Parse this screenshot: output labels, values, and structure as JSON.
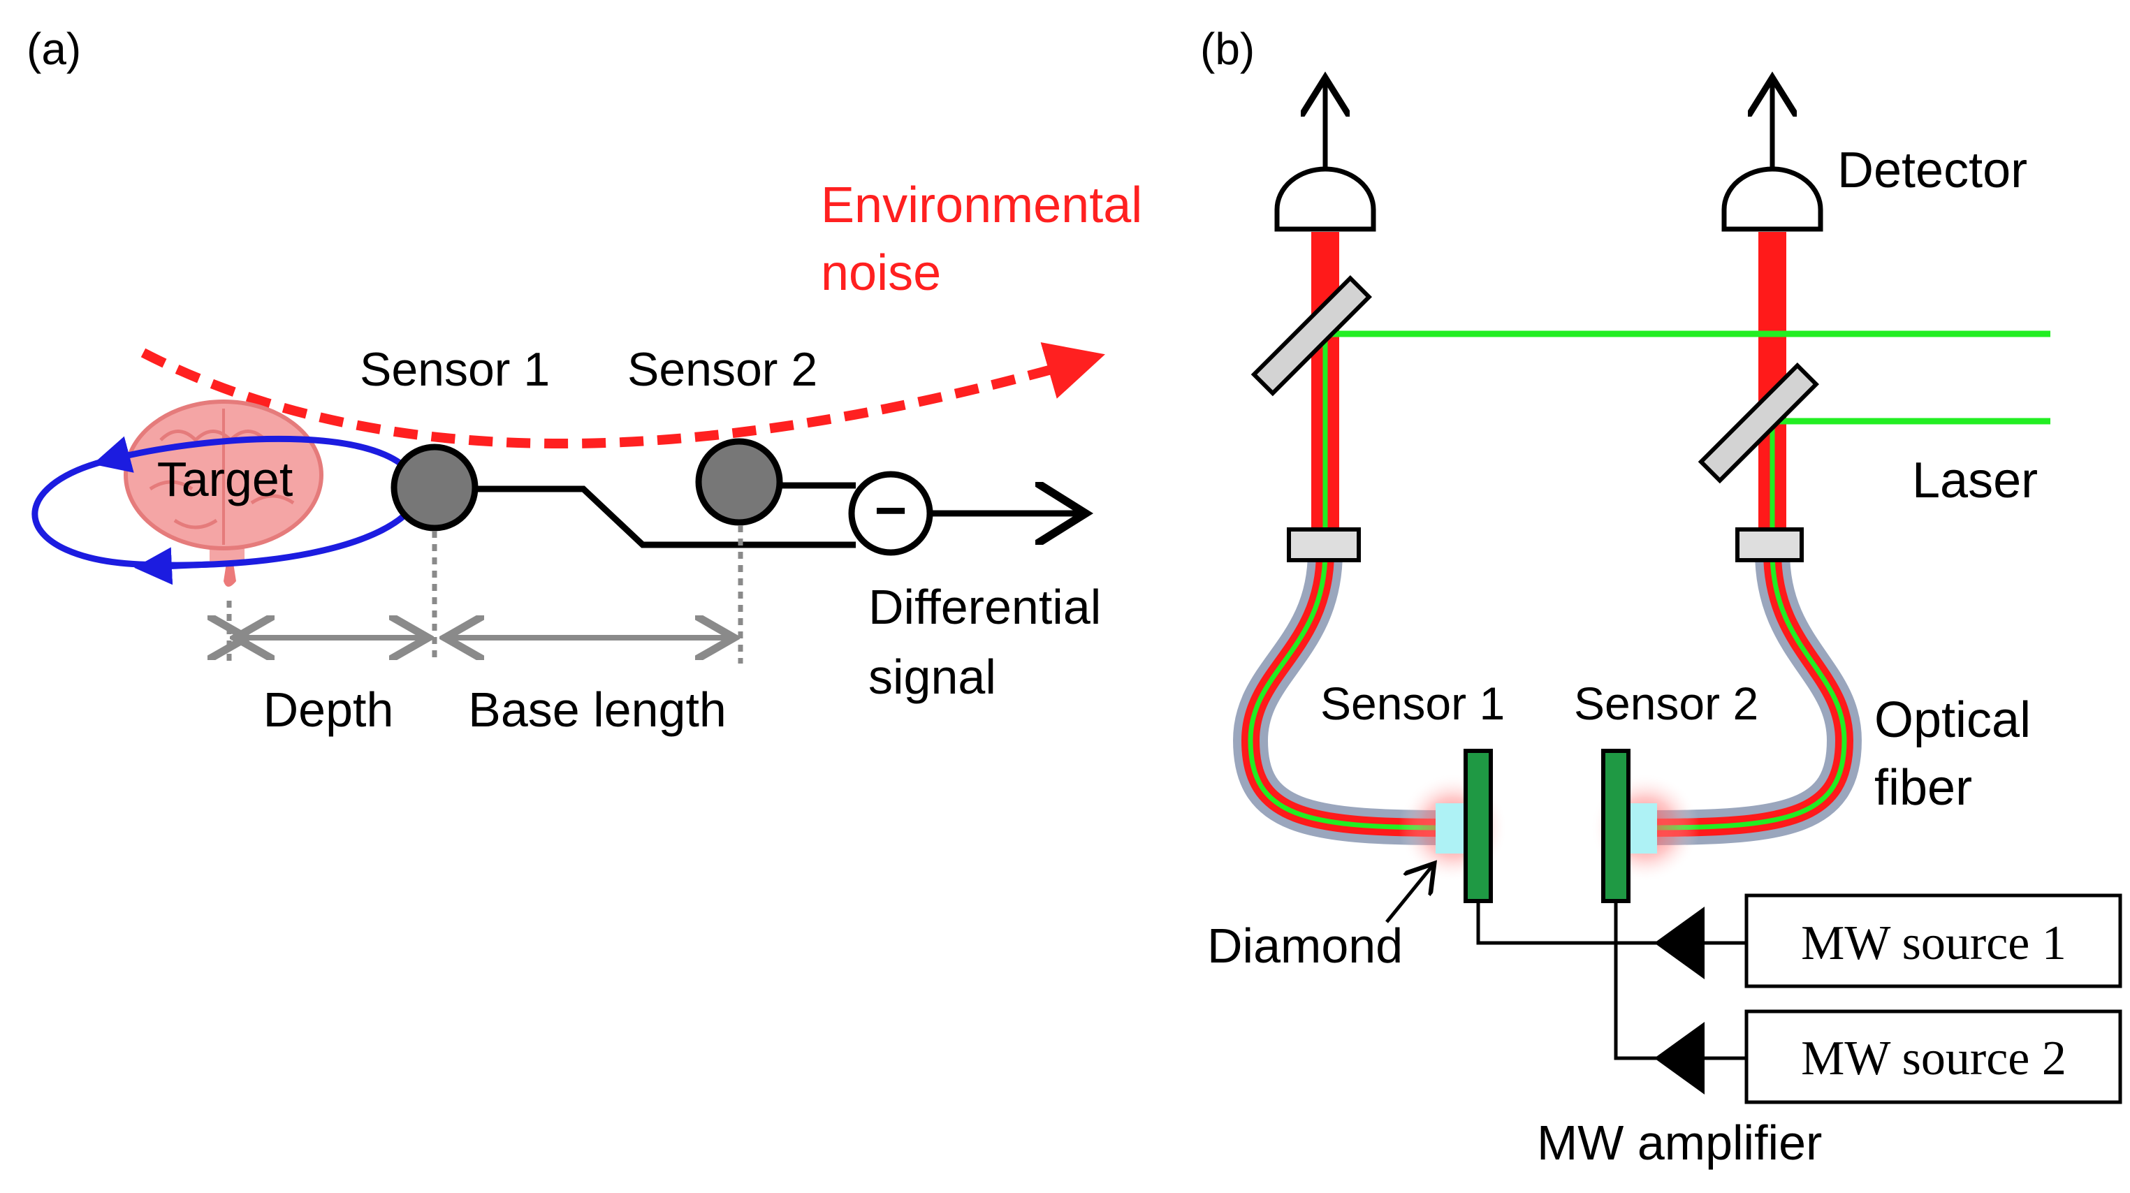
{
  "panel_a": {
    "label": "(a)",
    "noise_label_line1": "Environmental",
    "noise_label_line2": "noise",
    "target_label": "Target",
    "sensor1_label": "Sensor 1",
    "sensor2_label": "Sensor 2",
    "differential_line1": "Differential",
    "differential_line2": "signal",
    "depth_label": "Depth",
    "base_length_label": "Base length",
    "minus_symbol": "−"
  },
  "panel_b": {
    "label": "(b)",
    "detector_label": "Detector",
    "laser_label": "Laser",
    "sensor1_label": "Sensor 1",
    "sensor2_label": "Sensor 2",
    "fiber_line1": "Optical",
    "fiber_line2": "fiber",
    "diamond_label": "Diamond",
    "mw_source1": "MW source 1",
    "mw_source2": "MW source 2",
    "mw_amplifier": "MW amplifier"
  },
  "colors": {
    "noise": "#ff2020",
    "loop": "#1c1ce0",
    "brain": "#f4a5a5",
    "sensor": "#777777",
    "gray_arrow": "#8a8a8a",
    "laser_red": "#ff1a1a",
    "laser_green": "#22ee22",
    "fiber": "#9aa6bd",
    "diamond": "#aef2f5",
    "mw_antenna": "#1f9944"
  }
}
